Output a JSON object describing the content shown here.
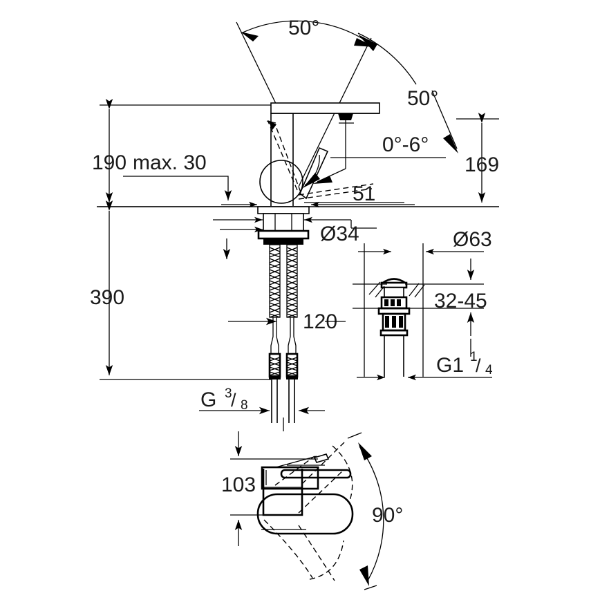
{
  "document": {
    "type": "technical-dimension-drawing",
    "subject": "single-lever basin mixer with pop-up waste",
    "units": "mm",
    "background_color": "#ffffff",
    "line_color": "#000000"
  },
  "dimensions": {
    "angle_swivel_left": "50°",
    "angle_swivel_right": "50°",
    "angle_lever_tilt": "0°-6°",
    "angle_lever_rotation": "90°",
    "height_spout": "190",
    "max_deck_thickness": "max. 30",
    "total_height": "390",
    "projection_spout": "169",
    "spout_reach": "51",
    "mounting_hole_dia": "Ø34",
    "hose_length": "120",
    "supply_thread": "G",
    "supply_thread_num": "3",
    "supply_thread_den": "8",
    "waste_flange_dia": "Ø63",
    "waste_basin_thickness": "32-45",
    "waste_thread": "G1",
    "waste_thread_num": "1",
    "waste_thread_den": "4",
    "body_height": "103"
  },
  "labels": {
    "angle_top_left": "50°",
    "angle_top_right": "50°",
    "angle_tilt": "0°-6°",
    "angle_bottom": "90°",
    "h190": "190",
    "max30": "max. 30",
    "h390": "390",
    "p169": "169",
    "r51": "51",
    "d34": "Ø34",
    "l120": "120",
    "g38_g": "G",
    "g38_num": "3",
    "g38_den": "8",
    "d63": "Ø63",
    "t3245": "32-45",
    "g114_g": "G1",
    "g114_num": "1",
    "g114_den": "4",
    "h103": "103"
  },
  "views": [
    {
      "name": "front-elevation",
      "description": "mixer with swivel arcs, shank and flexible hoses"
    },
    {
      "name": "pop-up-waste-detail",
      "description": "push-open waste with flange and tailpiece"
    },
    {
      "name": "side-elevation",
      "description": "lever rotation view with 90 degree arc"
    }
  ]
}
